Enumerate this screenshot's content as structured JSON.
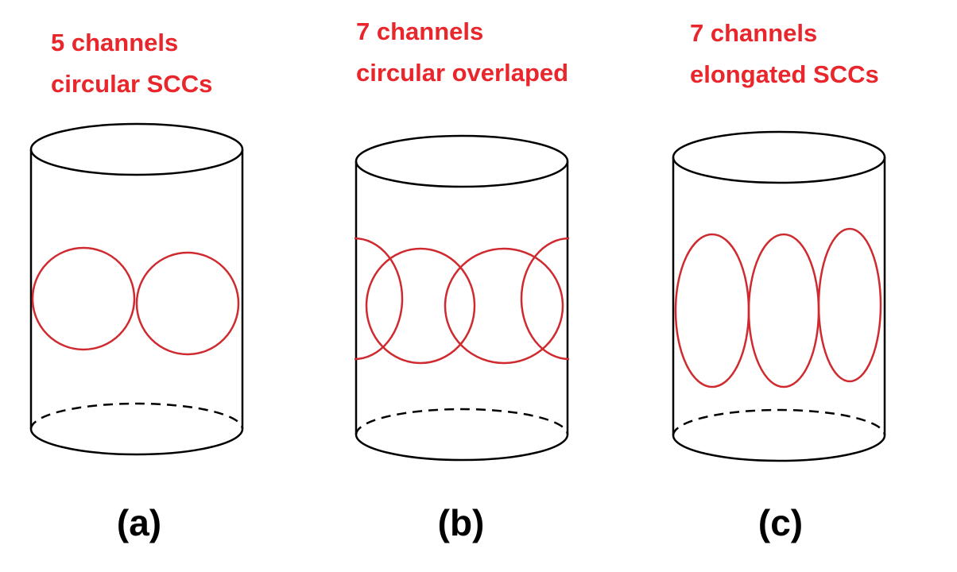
{
  "panels": [
    {
      "title_line1": "5 channels",
      "title_line2": "circular SCCs",
      "label": "(a)"
    },
    {
      "title_line1": "7 channels",
      "title_line2": "circular overlaped",
      "label": "(b)"
    },
    {
      "title_line1": "7 channels",
      "title_line2": "elongated SCCs",
      "label": "(c)"
    }
  ],
  "colors": {
    "channel_stroke": "#cf2a2f",
    "title_text": "#e8262b",
    "outline": "#000000"
  }
}
